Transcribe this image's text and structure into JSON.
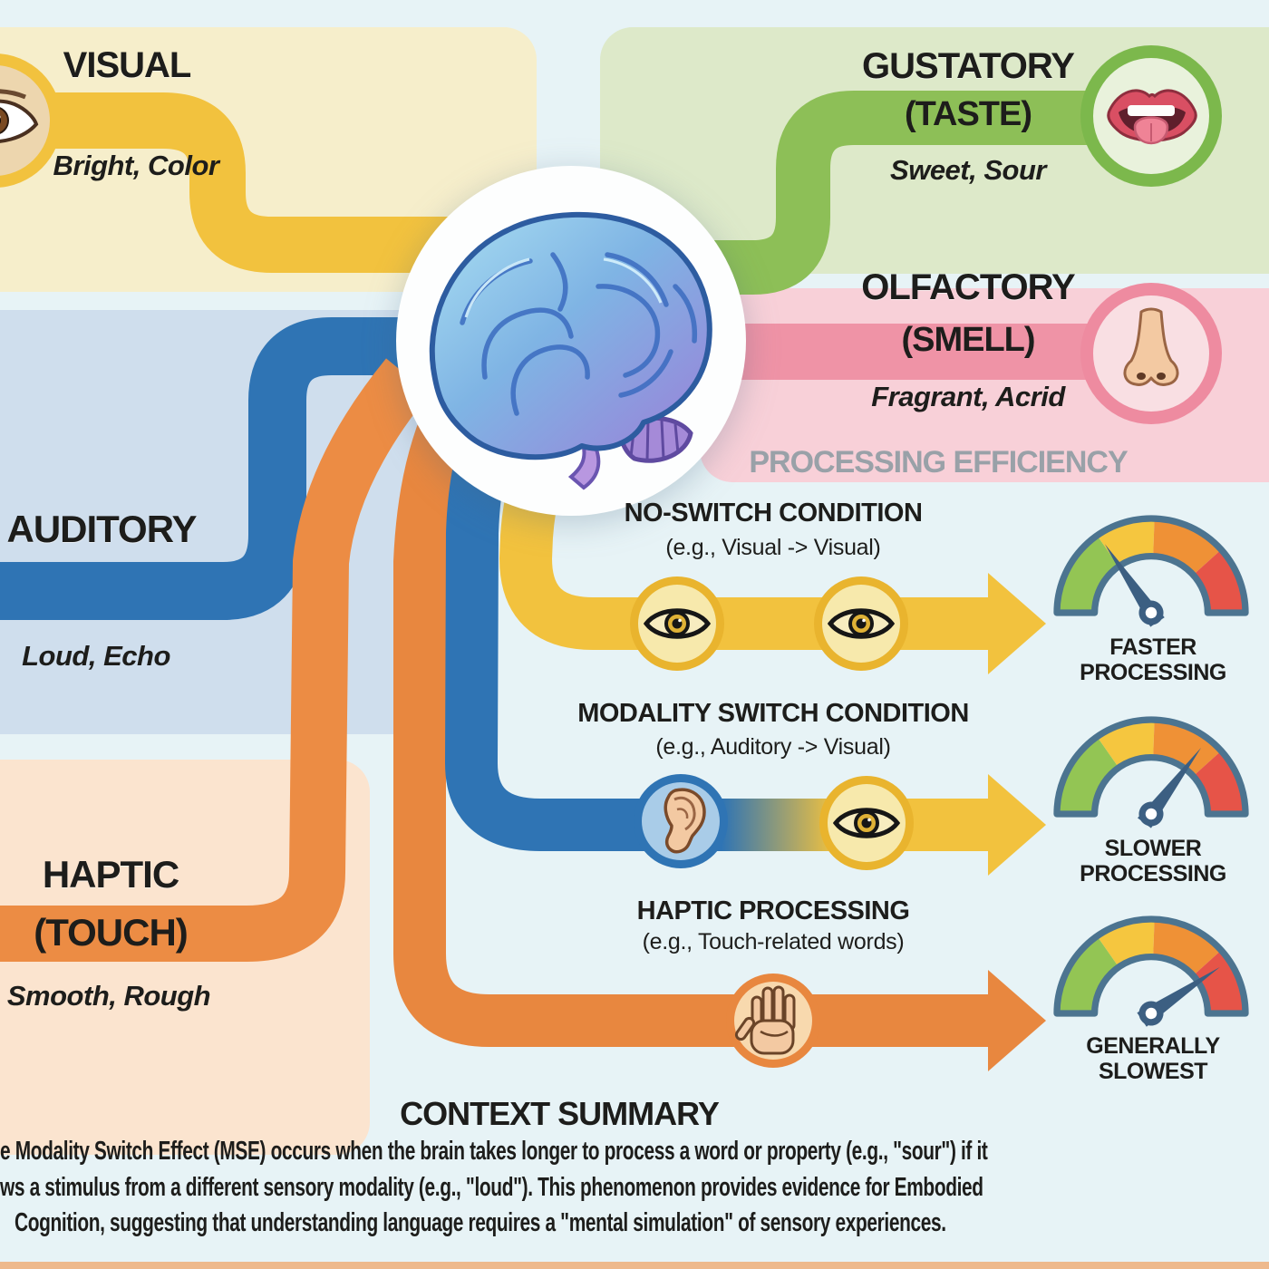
{
  "modalities": {
    "visual": {
      "title": "VISUAL",
      "descriptor": "Bright, Color"
    },
    "auditory": {
      "title": "AUDITORY",
      "descriptor": "Loud, Echo"
    },
    "haptic": {
      "title": "HAPTIC",
      "subtitle": "(TOUCH)",
      "descriptor": "Smooth, Rough"
    },
    "gustatory": {
      "title": "GUSTATORY",
      "subtitle": "(TASTE)",
      "descriptor": "Sweet, Sour"
    },
    "olfactory": {
      "title": "OLFACTORY",
      "subtitle": "(SMELL)",
      "descriptor": "Fragrant, Acrid"
    }
  },
  "processing": {
    "header": "PROCESSING EFFICIENCY",
    "no_switch": {
      "title": "NO-SWITCH CONDITION",
      "example": "(e.g., Visual -> Visual)",
      "gauge_label_1": "FASTER",
      "gauge_label_2": "PROCESSING"
    },
    "modality_switch": {
      "title": "MODALITY SWITCH CONDITION",
      "example": "(e.g., Auditory -> Visual)",
      "gauge_label_1": "SLOWER",
      "gauge_label_2": "PROCESSING"
    },
    "haptic_proc": {
      "title": "HAPTIC PROCESSING",
      "example": "(e.g., Touch-related words)",
      "gauge_label_1": "GENERALLY",
      "gauge_label_2": "SLOWEST"
    }
  },
  "summary": {
    "title": "CONTEXT SUMMARY",
    "line1": "e Modality Switch Effect (MSE) occurs when the brain takes longer to process a word or property (e.g., \"sour\") if it",
    "line2": "ws a stimulus from a different sensory modality (e.g., \"loud\"). This phenomenon provides evidence for Embodied",
    "line3": "Cognition, suggesting that understanding language requires a \"mental simulation\" of sensory experiences."
  },
  "colors": {
    "background": "#e7f3f6",
    "visual_path": "#f2c23e",
    "auditory_path": "#2f74b4",
    "haptic_path": "#ec8c44",
    "gustatory_path": "#8dbf57",
    "olfactory_path": "#ef93a6",
    "gauge_green": "#93c554",
    "gauge_yellow": "#f5c63f",
    "gauge_orange": "#ef9136",
    "gauge_red": "#e65448"
  }
}
